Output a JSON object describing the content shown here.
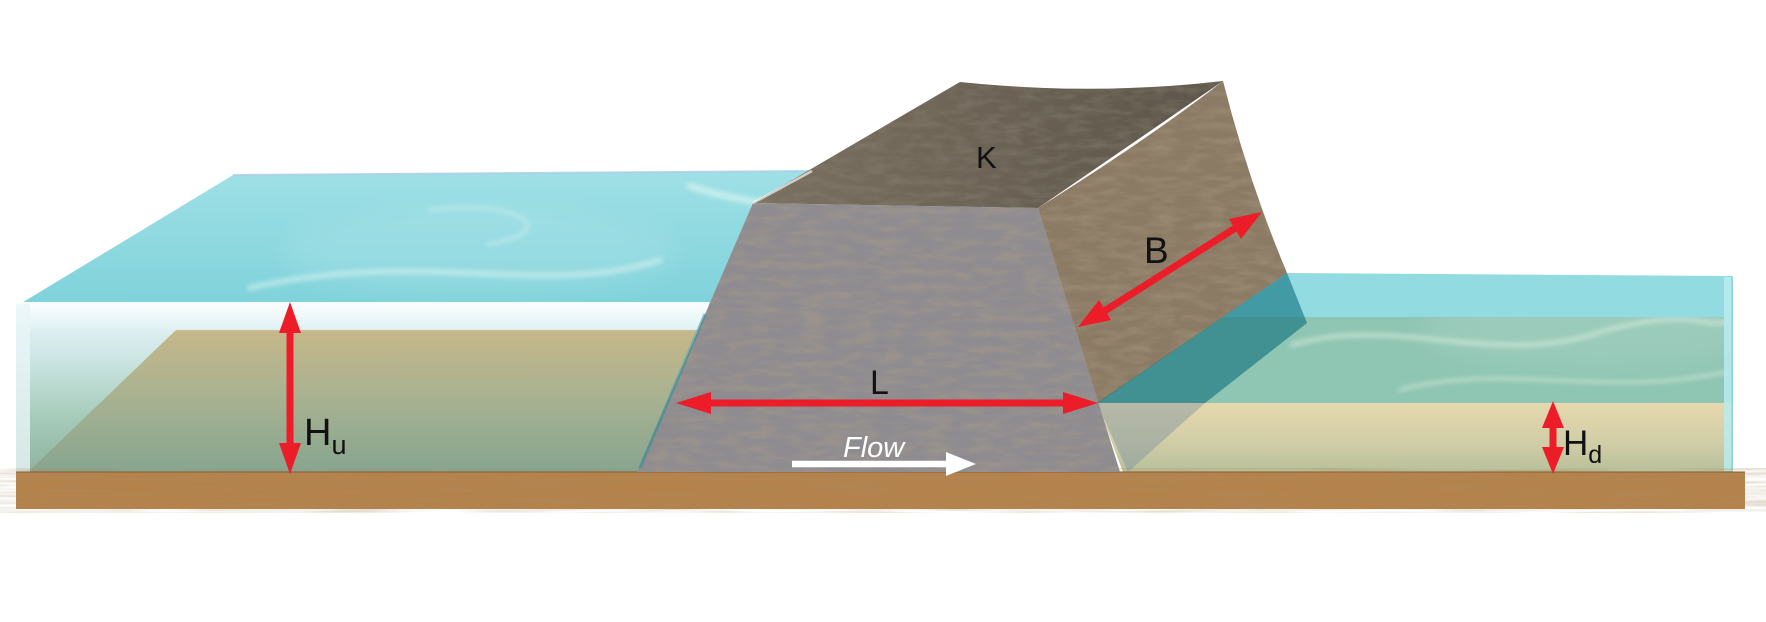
{
  "figure": {
    "labels": {
      "crest": "K",
      "crest_slope_width": "B",
      "base_length": "L",
      "flow": "Flow",
      "upstream_depth": {
        "main": "H",
        "sub": "u"
      },
      "downstream_depth": {
        "main": "H",
        "sub": "d"
      }
    },
    "colors": {
      "annotation_red": "#ed1c29",
      "flow_arrow": "#ffffff",
      "label_text": "#111111",
      "upstream_water_cyan": "#86d6de",
      "downstream_water_cyan": "#92dbe1",
      "downstream_water_teal": "#8fc5b3",
      "submerged_slope_teal": "#0e6e7c",
      "underwater_toe_gray": "#7e93a0",
      "dam_front_face_gray": "#8e8c91",
      "dam_crest_brown": "#6e6457",
      "dam_downstream_face_brown": "#8b7a64",
      "dam_upstream_face_brown": "#92826b",
      "seabed_sand": "#c4b488",
      "ground_soil": "#b5824b",
      "background": "#ffffff"
    }
  }
}
